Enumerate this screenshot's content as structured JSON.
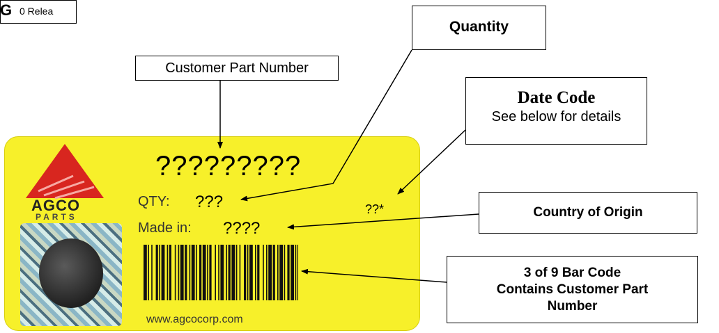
{
  "page": {
    "corner_letter": "G",
    "release_text": "0  Relea"
  },
  "callouts": {
    "customer_part_number": "Customer Part Number",
    "quantity": "Quantity",
    "date_code_title": "Date Code",
    "date_code_sub": "See below for details",
    "country_of_origin": "Country of Origin",
    "bar_code_line1": "3 of 9 Bar Code",
    "bar_code_line2": "Contains Customer Part",
    "bar_code_line3": "Number"
  },
  "label": {
    "brand_name": "AGCO",
    "brand_sub": "PARTS",
    "part_number": "?????????",
    "qty_label": "QTY:",
    "qty_value": "???",
    "made_in_label": "Made in:",
    "made_in_value": "????",
    "date_code_value": "??*",
    "website": "www.agcocorp.com"
  },
  "colors": {
    "label_background": "#f7f02a",
    "logo_red": "#d8261f"
  },
  "icons": {
    "logo": "agco-triangle-logo",
    "hologram": "hologram-globe",
    "barcode": "code-39-barcode"
  }
}
